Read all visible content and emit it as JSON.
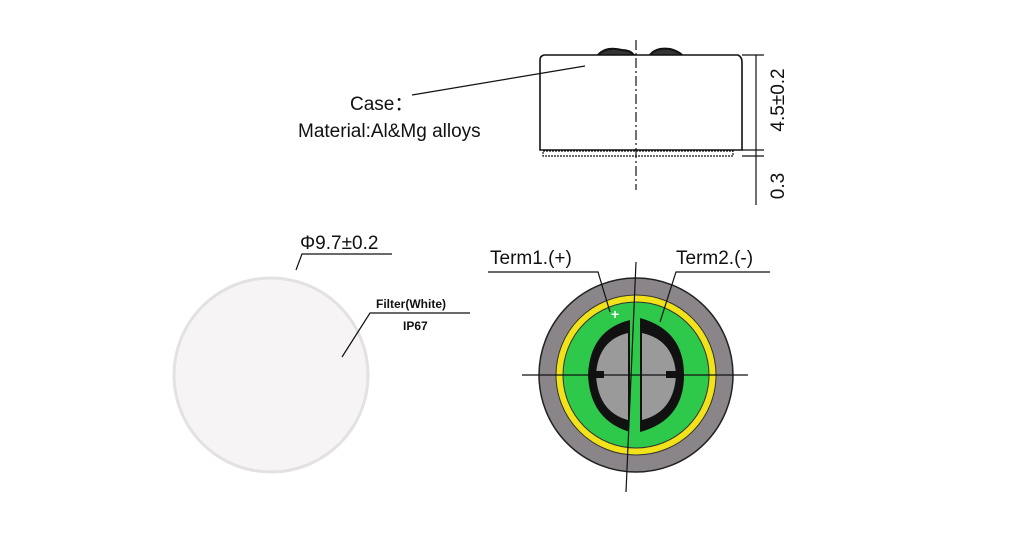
{
  "side_view": {
    "case_label": "Case：",
    "material_label": "Material:Al&Mg alloys",
    "height_dim": "4.5±0.2",
    "base_dim": "0.3"
  },
  "filter_view": {
    "diameter_dim": "Φ9.7±0.2",
    "filter_label": "Filter(White)",
    "rating_label": "IP67"
  },
  "terminal_view": {
    "term1_label": "Term1.(+)",
    "term2_label": "Term2.(-)",
    "plus_mark": "+"
  },
  "colors": {
    "outer_ring": "#8a8589",
    "yellow_ring": "#f2e21a",
    "green_pcb": "#2ec84a",
    "inner_gray": "#9a9a9a",
    "filter_fill": "#f6f4f5"
  }
}
